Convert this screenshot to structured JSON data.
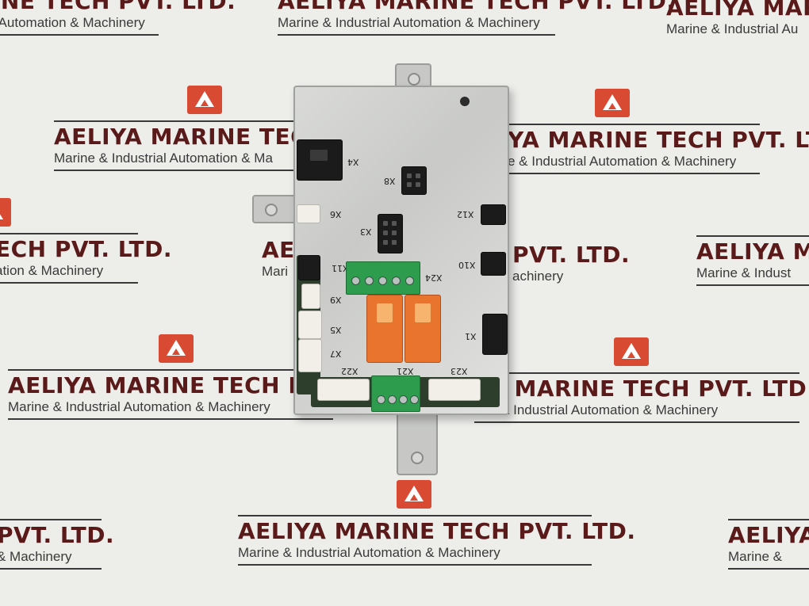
{
  "watermark": {
    "company": "AELIYA MARINE TECH PVT. LTD.",
    "company_partial_a": "AELIYA MARINE TECH PVT",
    "company_partial_b": "INE TECH PVT. LTD.",
    "company_partial_c": "AELIYA MARINE TECH",
    "company_partial_d": "YA MARINE TECH PVT. LTD.",
    "company_partial_e": "ECH PVT. LTD.",
    "company_partial_f": "AELIYA MAR",
    "company_partial_g": "AELIYA MARINE TECH PVT.",
    "company_partial_h": "PVT. LTD.",
    "company_partial_i": "AELIYA",
    "company_partial_j": "AE",
    "company_partial_k": "TECH PVT. LTD.",
    "company_partial_l": "PVT. LTD.",
    "tagline": "Marine & Industrial Automation & Machinery",
    "tagline_partial_a": "Marine & Industrial Automation & Ma",
    "tagline_partial_b": "l Automation & Machinery",
    "tagline_partial_c": "Marine & Industrial Au",
    "tagline_partial_d": "e & Industrial Automation & Machinery",
    "tagline_partial_e": "ation & Machinery",
    "tagline_partial_f": "Marine & Indust",
    "tagline_partial_g": "Mari",
    "tagline_partial_h": "achinery",
    "tagline_partial_i": "& Machinery",
    "tagline_partial_j": "Marine &",
    "tagline_partial_k": "rine & Industrial Automation & Machinery",
    "logo_color": "#d84a32"
  },
  "board_labels": {
    "x4": "X4",
    "x8": "X8",
    "x6": "X6",
    "x12": "X12",
    "x3": "X3",
    "x11": "X11",
    "x24": "X24",
    "x10": "X10",
    "x9": "X9",
    "x5": "X5",
    "x1": "X1",
    "x7": "X7",
    "x22": "X22",
    "x21": "X21",
    "x23": "X23"
  }
}
